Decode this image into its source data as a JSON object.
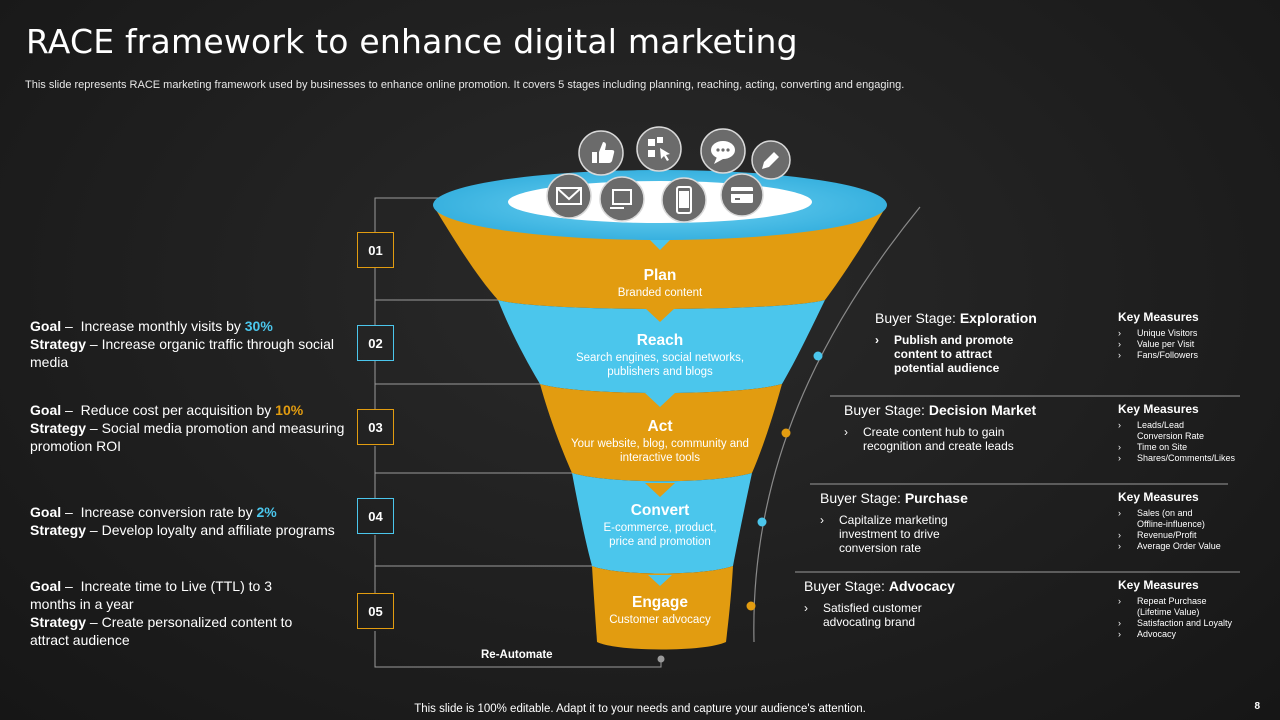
{
  "title": "RACE framework to enhance digital marketing",
  "subtitle": "This slide represents RACE marketing framework used by businesses to enhance online promotion. It covers 5 stages including planning, reaching, acting, converting and engaging.",
  "colors": {
    "orange": "#E29C10",
    "blue": "#4BC6EC",
    "rim": "#3FB6E3",
    "icon_bg": "#6B6B6B"
  },
  "icons": [
    "thumbs-up-icon",
    "puzzle-icon",
    "chat-bubble-icon",
    "pencil-icon",
    "envelope-icon",
    "monitor-icon",
    "smartphone-icon",
    "credit-card-icon"
  ],
  "stages": [
    {
      "num": "01",
      "name": "Plan",
      "desc": "Branded content",
      "color": "orange"
    },
    {
      "num": "02",
      "name": "Reach",
      "desc": "Search engines, social networks, publishers and blogs",
      "color": "blue"
    },
    {
      "num": "03",
      "name": "Act",
      "desc": "Your website, blog, community and interactive tools",
      "color": "orange"
    },
    {
      "num": "04",
      "name": "Convert",
      "desc": "E-commerce, product, price and promotion",
      "color": "blue"
    },
    {
      "num": "05",
      "name": "Engage",
      "desc": "Customer advocacy",
      "color": "orange"
    }
  ],
  "goal_label": "Goal",
  "strategy_label": "Strategy",
  "goals": [
    {
      "goal": "Increase monthly visits by ",
      "highlight": "30%",
      "highlight_color": "blue",
      "strategy": "Increase organic traffic through social media"
    },
    {
      "goal": "Reduce cost per acquisition by ",
      "highlight": "10%",
      "highlight_color": "orange",
      "strategy": "Social media promotion and measuring promotion ROI"
    },
    {
      "goal": "Increase conversion rate by ",
      "highlight": "2%",
      "highlight_color": "blue",
      "strategy": "Develop loyalty and affiliate programs"
    },
    {
      "goal": "Increate time to Live (TTL) to 3 months in a year",
      "highlight": "",
      "highlight_color": "",
      "strategy": "Create personalized content to attract audience"
    }
  ],
  "buyer_label": "Buyer Stage:",
  "km_label": "Key Measures",
  "buyer_stages": [
    {
      "stage": "Exploration",
      "point": "Publish and promote content to attract potential audience",
      "bold": true,
      "measures": [
        "Unique Visitors",
        "Value per Visit",
        "Fans/Followers"
      ]
    },
    {
      "stage": "Decision Market",
      "point": "Create content hub to gain recognition and create leads",
      "bold": false,
      "measures": [
        "Leads/Lead Conversion Rate",
        "Time on Site",
        "Shares/Comments/Likes"
      ]
    },
    {
      "stage": "Purchase",
      "point": "Capitalize marketing investment to drive conversion rate",
      "bold": false,
      "measures": [
        "Sales (on and Offline-influence)",
        "Revenue/Profit",
        "Average Order Value"
      ]
    },
    {
      "stage": "Advocacy",
      "point": "Satisfied customer advocating brand",
      "bold": false,
      "measures": [
        "Repeat Purchase (Lifetime Value)",
        "Satisfaction and Loyalty",
        "Advocacy"
      ]
    }
  ],
  "re_automate": "Re-Automate",
  "footer": "This slide is 100% editable. Adapt it to your needs and capture your audience's attention.",
  "page_number": "8"
}
